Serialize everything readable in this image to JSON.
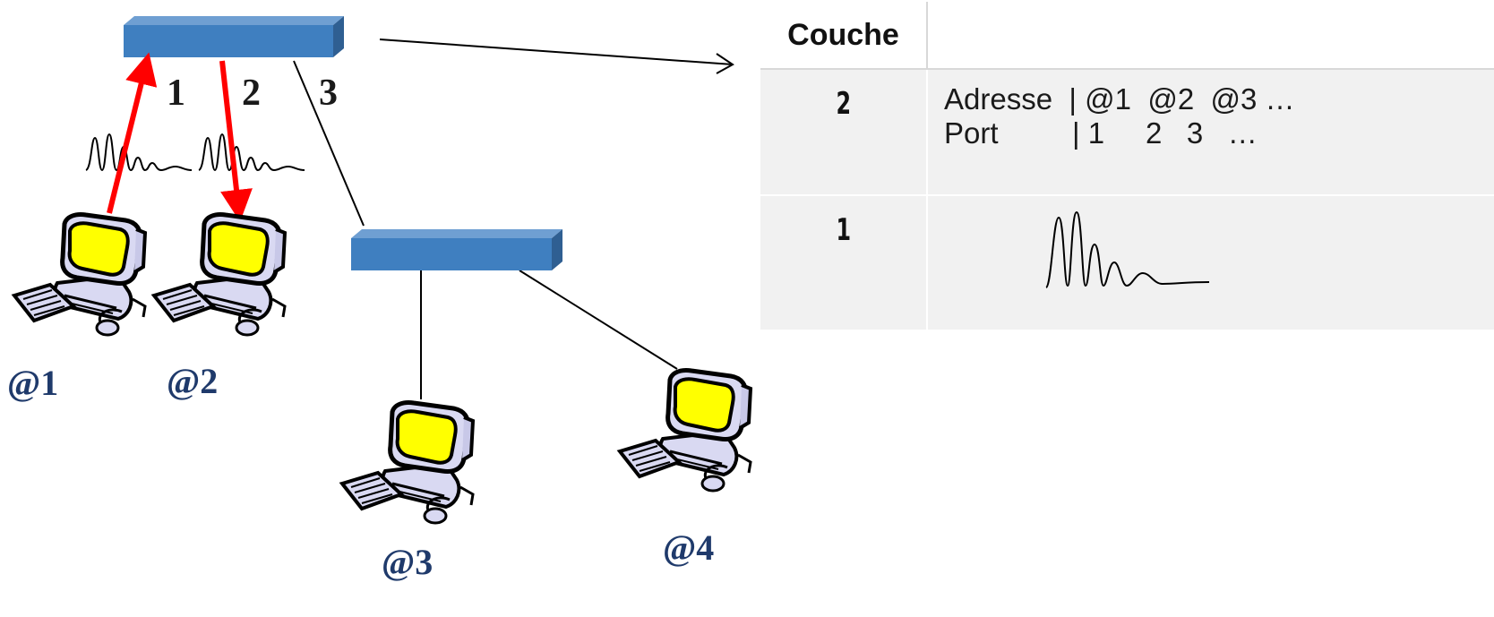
{
  "ports": {
    "p1": "1",
    "p2": "2",
    "p3": "3"
  },
  "hosts": {
    "h1": "@1",
    "h2": "@2",
    "h3": "@3",
    "h4": "@4"
  },
  "table": {
    "header": "Couche",
    "rows": [
      {
        "layer": "2",
        "line1": "Adresse  | @1  @2  @3 …",
        "line2": "Port         | 1     2   3   …"
      },
      {
        "layer": "1"
      }
    ]
  },
  "colors": {
    "switch": "#3f7fc0",
    "arrow": "#ff0000",
    "screen": "#ffff00",
    "address": "#1f3a6b"
  }
}
